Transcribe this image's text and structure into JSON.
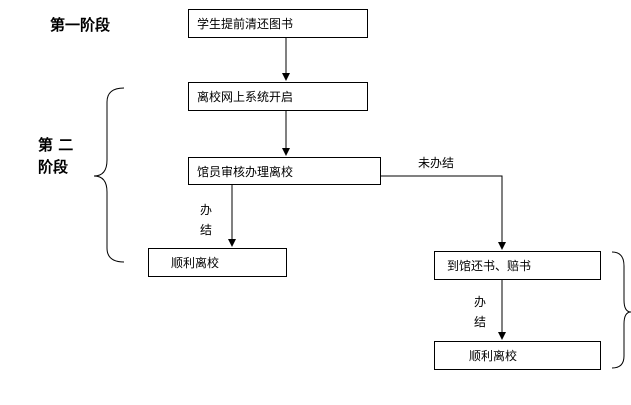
{
  "stages": {
    "stage1": "第一阶段",
    "stage2_line1": "第 二",
    "stage2_line2": "阶段"
  },
  "nodes": {
    "apply": "学生提前清还图书",
    "system_open": "离校网上系统开启",
    "review": "馆员审核办理离校",
    "success_left": "顺利离校",
    "return_compensate": "到馆还书、赔书",
    "success_right": "顺利离校"
  },
  "edges": {
    "done_left_1": "办",
    "done_left_2": "结",
    "not_done": "未办结",
    "done_right_1": "办",
    "done_right_2": "结"
  }
}
